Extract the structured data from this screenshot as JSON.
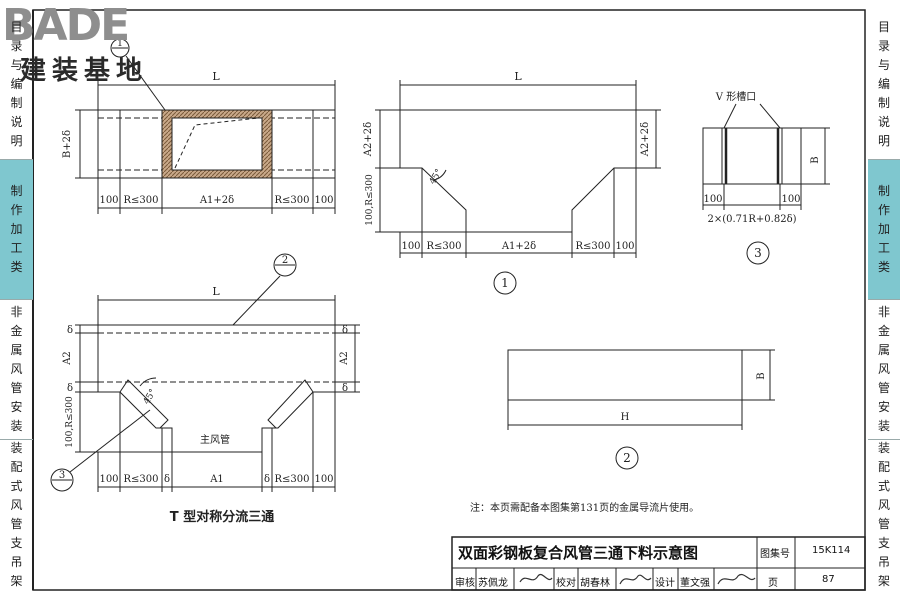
{
  "logo": {
    "main": "BADE",
    "sub": "建装基地"
  },
  "left_tabs": [
    {
      "label": "目录与编制说明",
      "active": false
    },
    {
      "label": "制作加工类",
      "active": true
    },
    {
      "label": "非金属风管安装",
      "active": false
    },
    {
      "label": "装配式风管支吊架",
      "active": false
    }
  ],
  "right_tabs": [
    {
      "label": "目录与编制说明",
      "active": false
    },
    {
      "label": "制作加工类",
      "active": true
    },
    {
      "label": "非金属风管安装",
      "active": false
    },
    {
      "label": "装配式风管支吊架",
      "active": false
    }
  ],
  "fig1": {
    "dim_L": "L",
    "dim_height": "B+2δ",
    "callout": "1",
    "bottom_dims": [
      "100",
      "R≤300",
      "A1+2δ",
      "R≤300",
      "100"
    ]
  },
  "fig2": {
    "dim_L": "L",
    "dim_left": "A2+2δ",
    "dim_right": "A2+2δ",
    "angle": "45°",
    "dim_vertical": "100,R≤300",
    "bottom_dims": [
      "100",
      "R≤300",
      "A1+2δ",
      "R≤300",
      "100"
    ],
    "label": "1"
  },
  "fig3": {
    "title": "V 形槽口",
    "dim_B": "B",
    "dims": [
      "100",
      "100"
    ],
    "formula": "2×(0.71R+0.82δ)",
    "label": "3"
  },
  "fig4": {
    "dim_L": "L",
    "callout_top": "2",
    "callout_bottom": "3",
    "left_dims": [
      "δ",
      "A2",
      "δ"
    ],
    "right_dims": [
      "δ",
      "A2",
      "δ"
    ],
    "angle": "45°",
    "dim_vertical": "100,R≤300",
    "main_duct": "主风管",
    "bottom_dims": [
      "100",
      "R≤300",
      "δ",
      "A1",
      "δ",
      "R≤300",
      "100"
    ],
    "caption": "T 型对称分流三通"
  },
  "fig5": {
    "dim_B": "B",
    "dim_H": "H",
    "label": "2"
  },
  "note": "注：本页需配备本图集第131页的金属导流片使用。",
  "title_block": {
    "title": "双面彩钢板复合风管三通下料示意图",
    "atlas_label": "图集号",
    "atlas_no": "15K114",
    "page_label": "页",
    "page_no": "87",
    "review_label": "审核",
    "reviewer": "苏佩龙",
    "check_label": "校对",
    "checker": "胡春林",
    "design_label": "设计",
    "designer": "董文强"
  }
}
